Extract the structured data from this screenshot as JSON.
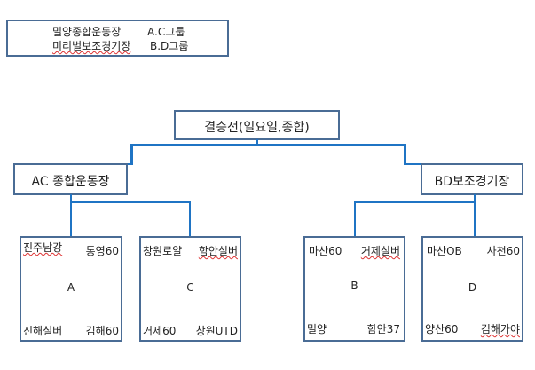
{
  "legend": {
    "line1_venue": "밀양종합운동장",
    "line1_group": "A.C그룹",
    "line2_venue": "미리벌보조경기장",
    "line2_group": "B.D그룹"
  },
  "final": {
    "label": "결승전(일요일,종합)"
  },
  "venues": {
    "ac": "AC 종합운동장",
    "bd": "BD보조경기장"
  },
  "groups": [
    {
      "name": "A",
      "tl": "진주남강",
      "tr": "통영60",
      "bl": "진해실버",
      "br": "김해60"
    },
    {
      "name": "C",
      "tl": "창원로얄",
      "tr": "함안실버",
      "bl": "거제60",
      "br": "창원UTD"
    },
    {
      "name": "B",
      "tl": "마산60",
      "tr": "거제실버",
      "bl": "밀양",
      "br": "함안37"
    },
    {
      "name": "D",
      "tl": "마산OB",
      "tr": "사천60",
      "bl": "양산60",
      "br": "김해가야"
    }
  ]
}
